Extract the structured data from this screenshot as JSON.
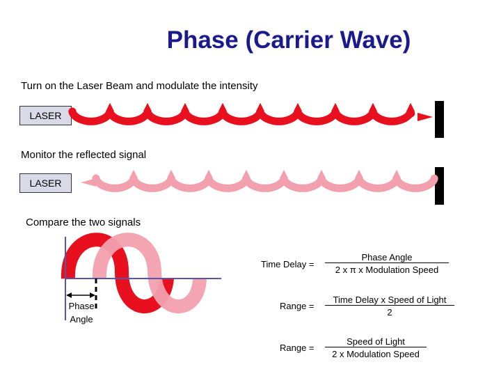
{
  "title": "Phase (Carrier Wave)",
  "captions": {
    "turn_on": "Turn on the Laser Beam and modulate the intensity",
    "monitor": "Monitor the reflected signal",
    "compare": "Compare the two signals"
  },
  "laser_label": "LASER",
  "phase_label": [
    "Phase",
    "Angle"
  ],
  "equations": {
    "time_delay_label": "Time Delay =",
    "time_delay_num": "Phase Angle",
    "time_delay_den": "2  x  π  x  Modulation Speed",
    "range1_label": "Range  =",
    "range1_num": "Time Delay  x  Speed of Light",
    "range1_den": "2",
    "range2_label": "Range  =",
    "range2_num": "Speed of Light",
    "range2_den": "2  x  Modulation Speed"
  },
  "colors": {
    "outgoing_wave": "#e8101e",
    "reflected_wave": "#f2a0ae",
    "wall": "#000000",
    "axis": "#5555aa",
    "title": "#1a1a8c"
  }
}
